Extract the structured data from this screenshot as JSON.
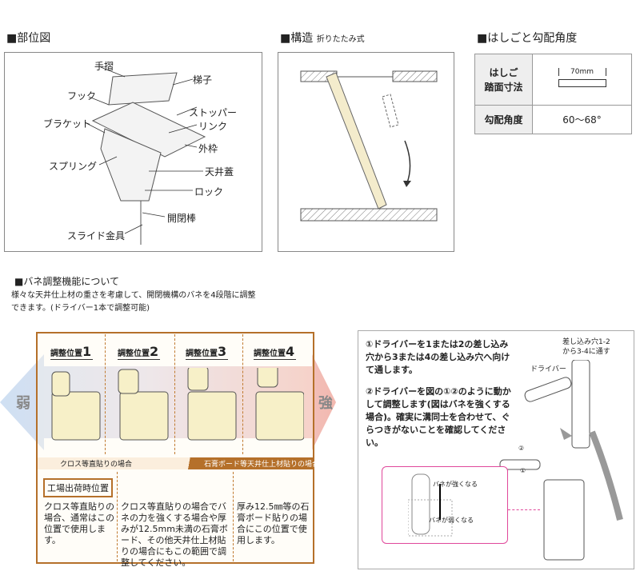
{
  "parts": {
    "title": "■部位図",
    "labels": [
      "手摺",
      "梯子",
      "フック",
      "ストッパー",
      "ブラケット",
      "リンク",
      "外枠",
      "スプリング",
      "天井蓋",
      "ロック",
      "開閉棒",
      "スライド金具"
    ]
  },
  "structure": {
    "title": "■構造",
    "subtitle": "折りたたみ式"
  },
  "spec": {
    "title": "■はしごと勾配角度",
    "rows": [
      {
        "label": "はしご\n踏面寸法",
        "value": "70mm"
      },
      {
        "label": "勾配角度",
        "value": "60〜68°"
      }
    ]
  },
  "spring": {
    "title": "■バネ調整機能について",
    "desc1": "様々な天井仕上材の重さを考慮して、開閉機構のバネを4段階に調整",
    "desc2": "できます。(ドライバー1本で調整可能)",
    "weak": "弱",
    "strong": "強",
    "positions": [
      {
        "label": "調整位置",
        "num": "1"
      },
      {
        "label": "調整位置",
        "num": "2"
      },
      {
        "label": "調整位置",
        "num": "3"
      },
      {
        "label": "調整位置",
        "num": "4"
      }
    ],
    "band_left": "クロス等直貼りの場合",
    "band_right": "石膏ボード等天井仕上材貼りの場合",
    "factory": "工場出荷時位置",
    "cells": [
      "クロス等直貼りの場合、通常はこの位置で使用します。",
      "クロス等直貼りの場合でバネの力を強くする場合や厚みが12.5mm未満の石膏ボード、その他天井仕上材貼りの場合にもこの範囲で調整してください。",
      "厚み12.5㎜等の石膏ボード貼りの場合にこの位置で使用します。"
    ]
  },
  "instructions": {
    "step1": "①ドライバーを1または2の差し込み穴から3または4の差し込み穴へ向けて通します。",
    "step2": "②ドライバーを図の①②のように動かして調整します(図はバネを強くする場合)。確実に溝同士を合わせて、ぐらつきがないことを確認してください。",
    "hole_note": "差し込み穴1-2\nから3-4に通す",
    "driver": "ドライバー",
    "mark1": "①",
    "mark2": "②",
    "stronger": "バネが強くなる",
    "weaker": "バネが弱くなる"
  }
}
